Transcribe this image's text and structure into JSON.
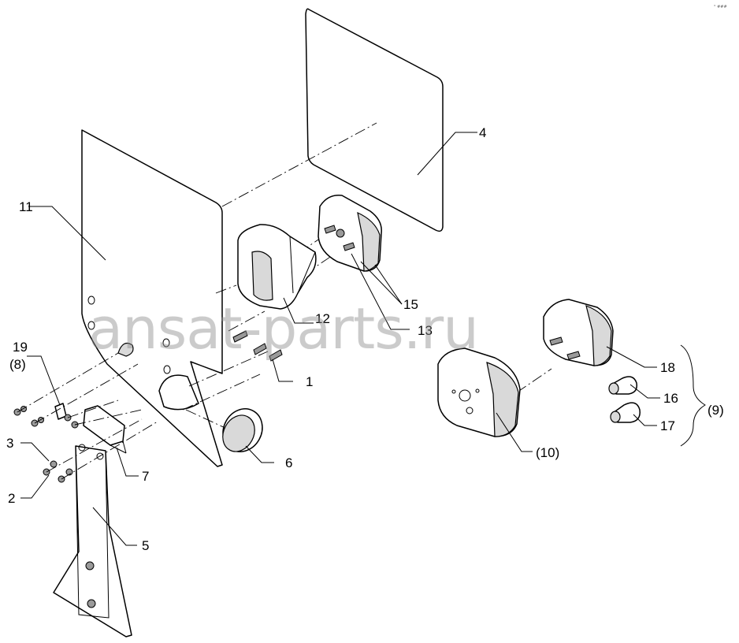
{
  "watermark": "ansat-parts.ru",
  "corner_mark": "° ###",
  "labels": {
    "l1": "1",
    "l2": "2",
    "l3": "3",
    "l4": "4",
    "l5": "5",
    "l6": "6",
    "l7": "7",
    "l8": "(8)",
    "l9": "(9)",
    "l10": "(10)",
    "l11": "11",
    "l12": "12",
    "l13": "13",
    "l15": "15",
    "l16": "16",
    "l17": "17",
    "l18": "18",
    "l19": "19"
  }
}
